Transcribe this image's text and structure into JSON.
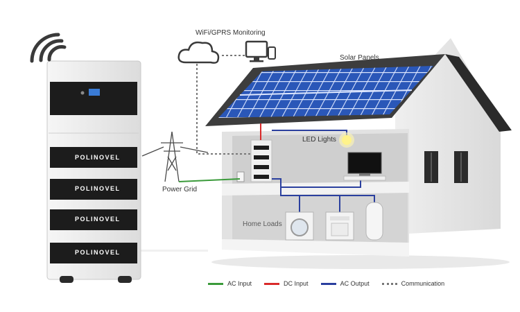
{
  "brand": "POLINOVEL",
  "labels": {
    "monitoring": "WiFi/GPRS Monitoring",
    "solar_panels": "Solar Panels",
    "led_lights": "LED Lights",
    "power_grid": "Power Grid",
    "home_loads": "Home Loads"
  },
  "legend": [
    {
      "label": "AC Input",
      "color": "#3a9a3a",
      "style": "solid"
    },
    {
      "label": "DC Input",
      "color": "#d92a2a",
      "style": "solid"
    },
    {
      "label": "AC Output",
      "color": "#2a3f9e",
      "style": "solid"
    },
    {
      "label": "Communication",
      "color": "#777777",
      "style": "dotted"
    }
  ],
  "colors": {
    "roof": "#3d3d3d",
    "solar_cell": "#2a57b8",
    "wall": "#e4e4e4",
    "battery_panel": "#1c1c1c",
    "ac_input": "#3a9a3a",
    "dc_input": "#d92a2a",
    "ac_output": "#2a3f9e",
    "communication": "#777777"
  },
  "icons": [
    "wifi-icon",
    "cloud-icon",
    "monitor-icon",
    "phone-icon",
    "power-tower-icon",
    "led-bulb-icon",
    "tv-icon",
    "washing-machine-icon",
    "dryer-icon",
    "water-heater-icon"
  ]
}
